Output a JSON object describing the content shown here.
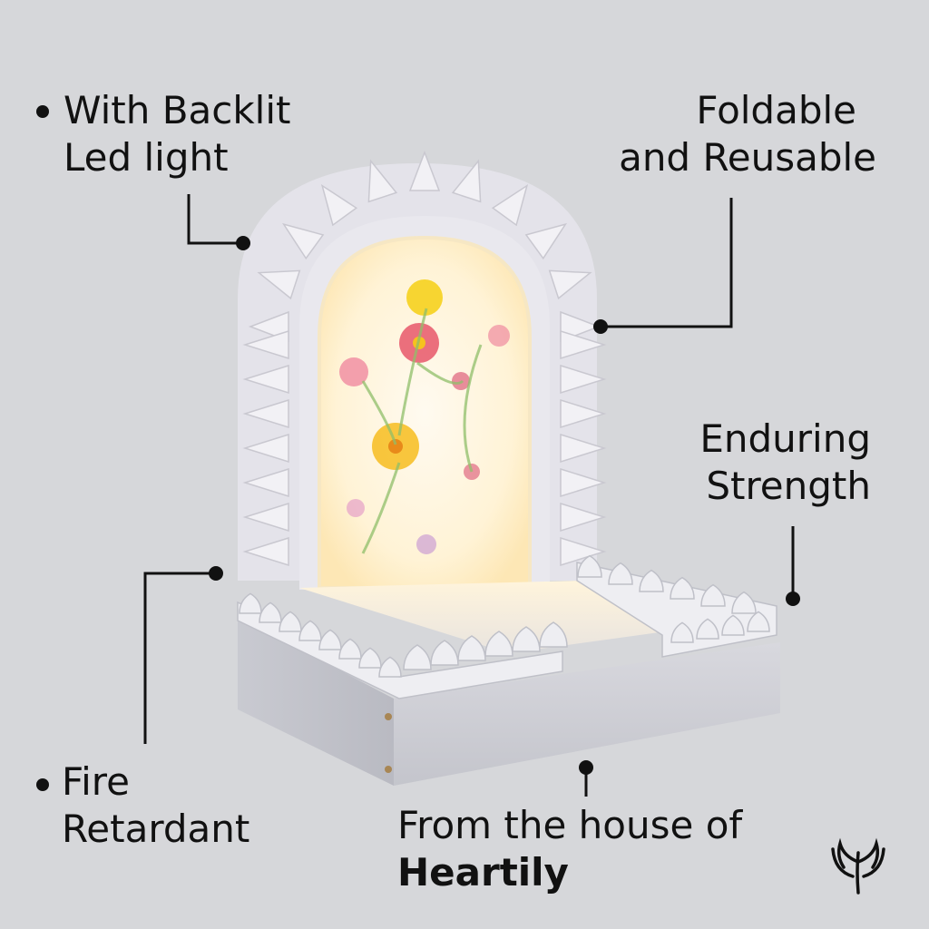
{
  "features": {
    "backlit": {
      "line1": "With Backlit",
      "line2": "Led light"
    },
    "foldable": {
      "line1": "Foldable",
      "line2": "and Reusable"
    },
    "enduring": {
      "line1": "Enduring",
      "line2": "Strength"
    },
    "fire": {
      "line1": "Fire",
      "line2": "Retardant"
    }
  },
  "origin": {
    "prefix": "From the house of",
    "brand": "Heartily"
  },
  "colors": {
    "background": "#d6d7da",
    "text": "#111111",
    "shelf": "#e6e6ea",
    "glow": "#fff6da"
  },
  "icons": {
    "brand_logo": "heartily-logo-icon",
    "bullet": "bullet-dot-icon"
  }
}
